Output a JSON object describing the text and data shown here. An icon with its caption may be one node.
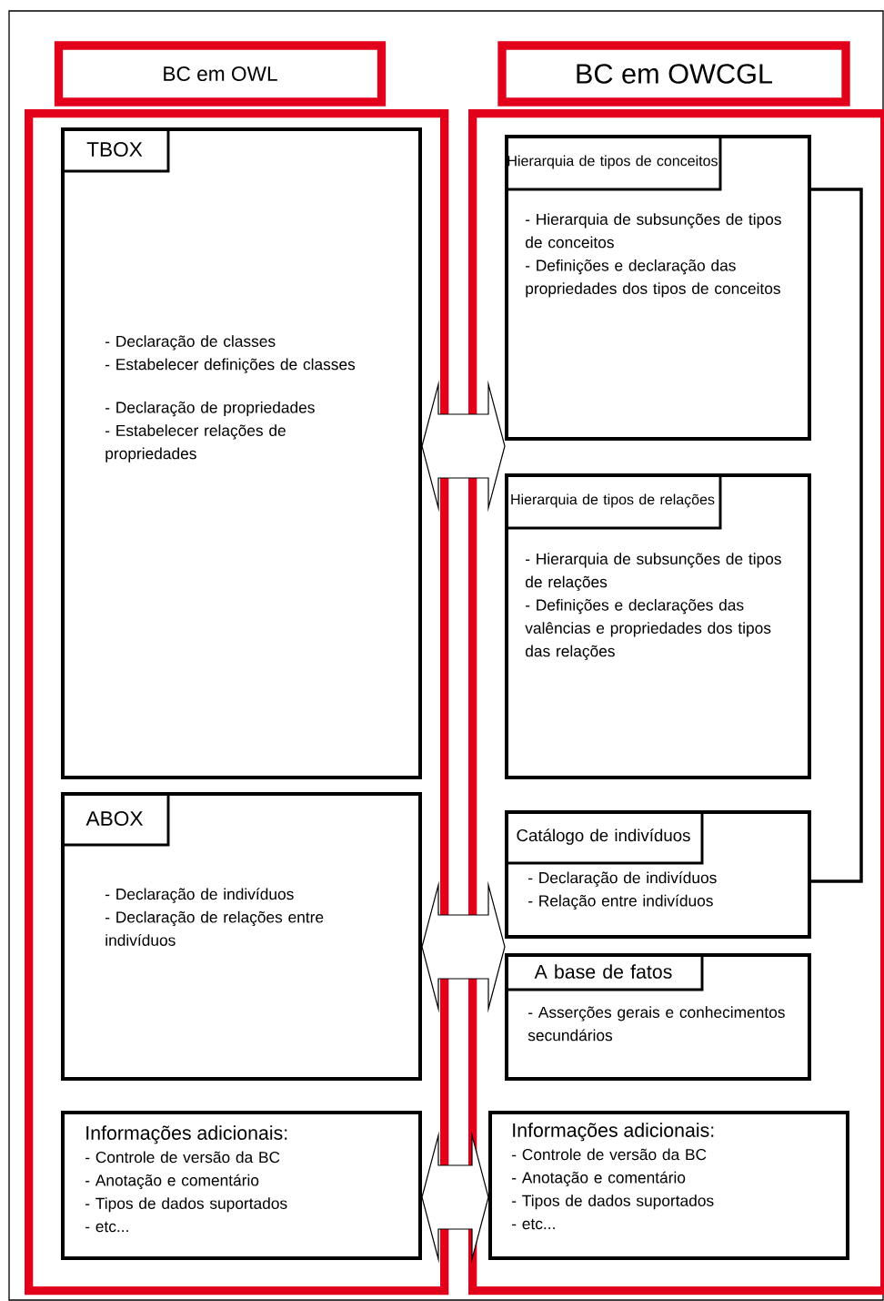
{
  "diagram": {
    "nodes": [
      {
        "text": [
          "BC em OWL"
        ]
      },
      {
        "text": [],
        "shape": "box"
      },
      {
        "text": [
          "TBOX",
          "- Declaração de classes",
          "- Estabelecer definições de classes",
          "- Declaração de propriedades",
          "- Estabelecer relações de propriedades"
        ],
        "in": 1
      },
      {
        "text": [
          "ABOX",
          "- Declaração de indivíduos",
          "- Declaração de relações entre indivíduos"
        ],
        "in": 1
      },
      {
        "text": [
          "Informações adicionais:",
          "- Controle de versão da BC",
          "- Anotação e comentário",
          "- Tipos de dados suportados",
          "- etc..."
        ],
        "in": 1
      },
      {
        "text": [
          "BC em OWCGL"
        ]
      },
      {
        "text": [],
        "shape": "box"
      },
      {
        "text": [
          "Hierarquia de tipos de conceitos",
          "- Hierarquia de subsunções de tipos de conceitos",
          "- Definições e declaração das propriedades dos tipos de conceitos"
        ],
        "in": 6
      },
      {
        "text": [
          "Hierarquia de tipos de relações",
          "- Hierarquia de subsunções de tipos de relações",
          "- Definições e declarações das valências e propriedades dos tipos das relações"
        ],
        "in": 6
      },
      {
        "text": [
          "Catálogo de indivíduos",
          "- Declaração de indivíduos",
          "- Relação entre indivíduos"
        ],
        "in": 6
      },
      {
        "text": [
          "A base de fatos",
          "- Asserções gerais e conhecimentos secundários"
        ],
        "in": 6
      },
      {
        "text": [
          "Informações adicionais:",
          "- Controle de versão da BC",
          "- Anotação e comentário",
          "- Tipos de dados suportados",
          "- etc..."
        ],
        "in": 6
      }
    ],
    "edges": [
      {
        "from": 2,
        "to": 7,
        "arrow": "both"
      },
      {
        "from": 7,
        "to": 9,
        "arrow": "none"
      },
      {
        "from": 3,
        "to": 9,
        "arrow": "both"
      },
      {
        "from": 4,
        "to": 11,
        "arrow": "both"
      }
    ]
  }
}
